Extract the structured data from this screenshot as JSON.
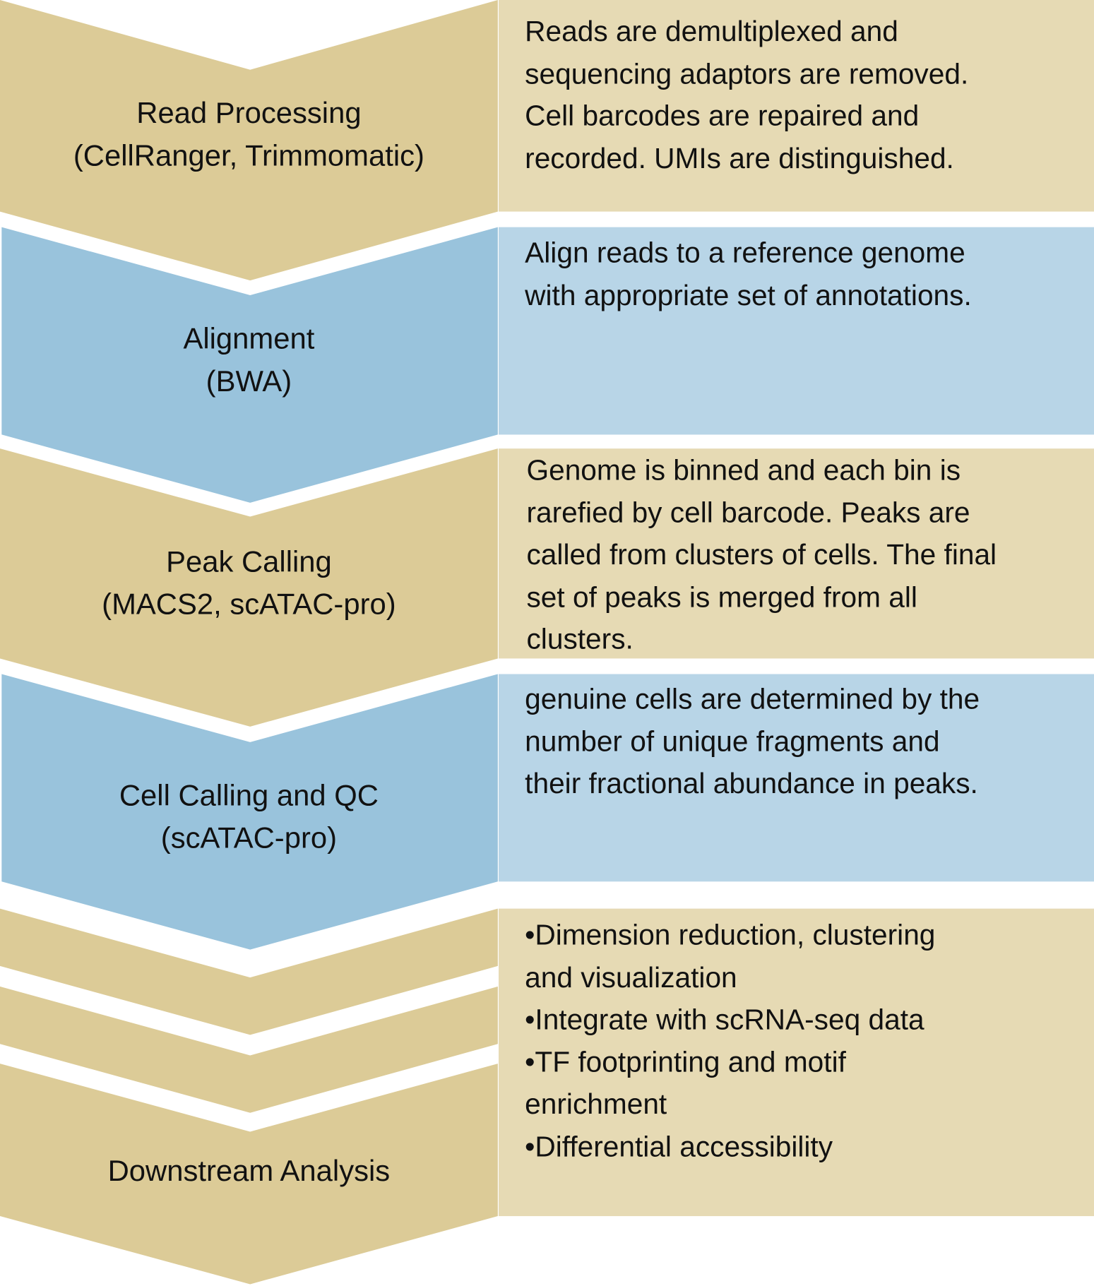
{
  "colors": {
    "tan_chevron": "#dccb97",
    "tan_box": "#e6dab4",
    "blue_chevron": "#99c3dc",
    "blue_box": "#b8d5e7"
  },
  "steps": [
    {
      "title": "Read Processing",
      "tool": "(CellRanger, Trimmomatic)",
      "description": [
        "Reads are demultiplexed and",
        "sequencing adaptors are removed.",
        "Cell barcodes are repaired and",
        "recorded. UMIs are distinguished."
      ]
    },
    {
      "title": "Alignment",
      "tool": "(BWA)",
      "description": [
        "Align reads to a reference genome",
        "with appropriate set of annotations."
      ]
    },
    {
      "title": "Peak Calling",
      "tool": "(MACS2, scATAC-pro)",
      "description": [
        "Genome is binned and each bin is",
        "rarefied by cell barcode. Peaks are",
        "called from clusters of cells. The final",
        "set of peaks is merged from all",
        "clusters."
      ]
    },
    {
      "title": "Cell Calling and QC",
      "tool": "(scATAC-pro)",
      "description": [
        "genuine cells are determined by the",
        "number of unique fragments and",
        "their fractional abundance in peaks."
      ]
    },
    {
      "title": "Downstream Analysis",
      "description": [
        "•Dimension reduction, clustering",
        "and visualization",
        "•Integrate with scRNA-seq data",
        "•TF footprinting and motif",
        "enrichment",
        "•Differential accessibility"
      ]
    }
  ]
}
